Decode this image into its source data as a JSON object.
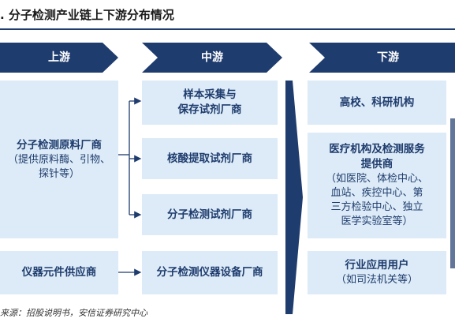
{
  "title": ". 分子检测产业链上下游分布情况",
  "colors": {
    "stage": "#1f3c6e",
    "box": "#dcebf7",
    "text": "#1f3c6e",
    "arrow": "#1f3c6e"
  },
  "stages": {
    "upstream": "上游",
    "midstream": "中游",
    "downstream": "下游"
  },
  "upstream": {
    "raw_materials": {
      "title": "分子检测原料厂商",
      "detail_1": "（提供原料酶、引物、",
      "detail_2": "探针等）"
    },
    "instrument_parts": {
      "title": "仪器元件供应商"
    }
  },
  "midstream": {
    "sample_collection": {
      "line_1": "样本采集与",
      "line_2": "保存试剂厂商"
    },
    "nucleic_extraction": {
      "title": "核酸提取试剂厂商"
    },
    "detection_reagents": {
      "title": "分子检测试剂厂商"
    },
    "detection_instruments": {
      "title": "分子检测仪器设备厂商"
    }
  },
  "downstream": {
    "universities": {
      "title": "高校、科研机构"
    },
    "medical": {
      "line_1": "医疗机构及检测服务",
      "line_2": "提供商",
      "detail_1": "（如医院、体检中心、",
      "detail_2": "血站、疾控中心、第",
      "detail_3": "三方检验中心、独立",
      "detail_4": "医学实验室等）"
    },
    "industry": {
      "title": "行业应用用户",
      "detail": "（如司法机关等）"
    }
  },
  "source": "来源：招股说明书，安信证券研究中心"
}
